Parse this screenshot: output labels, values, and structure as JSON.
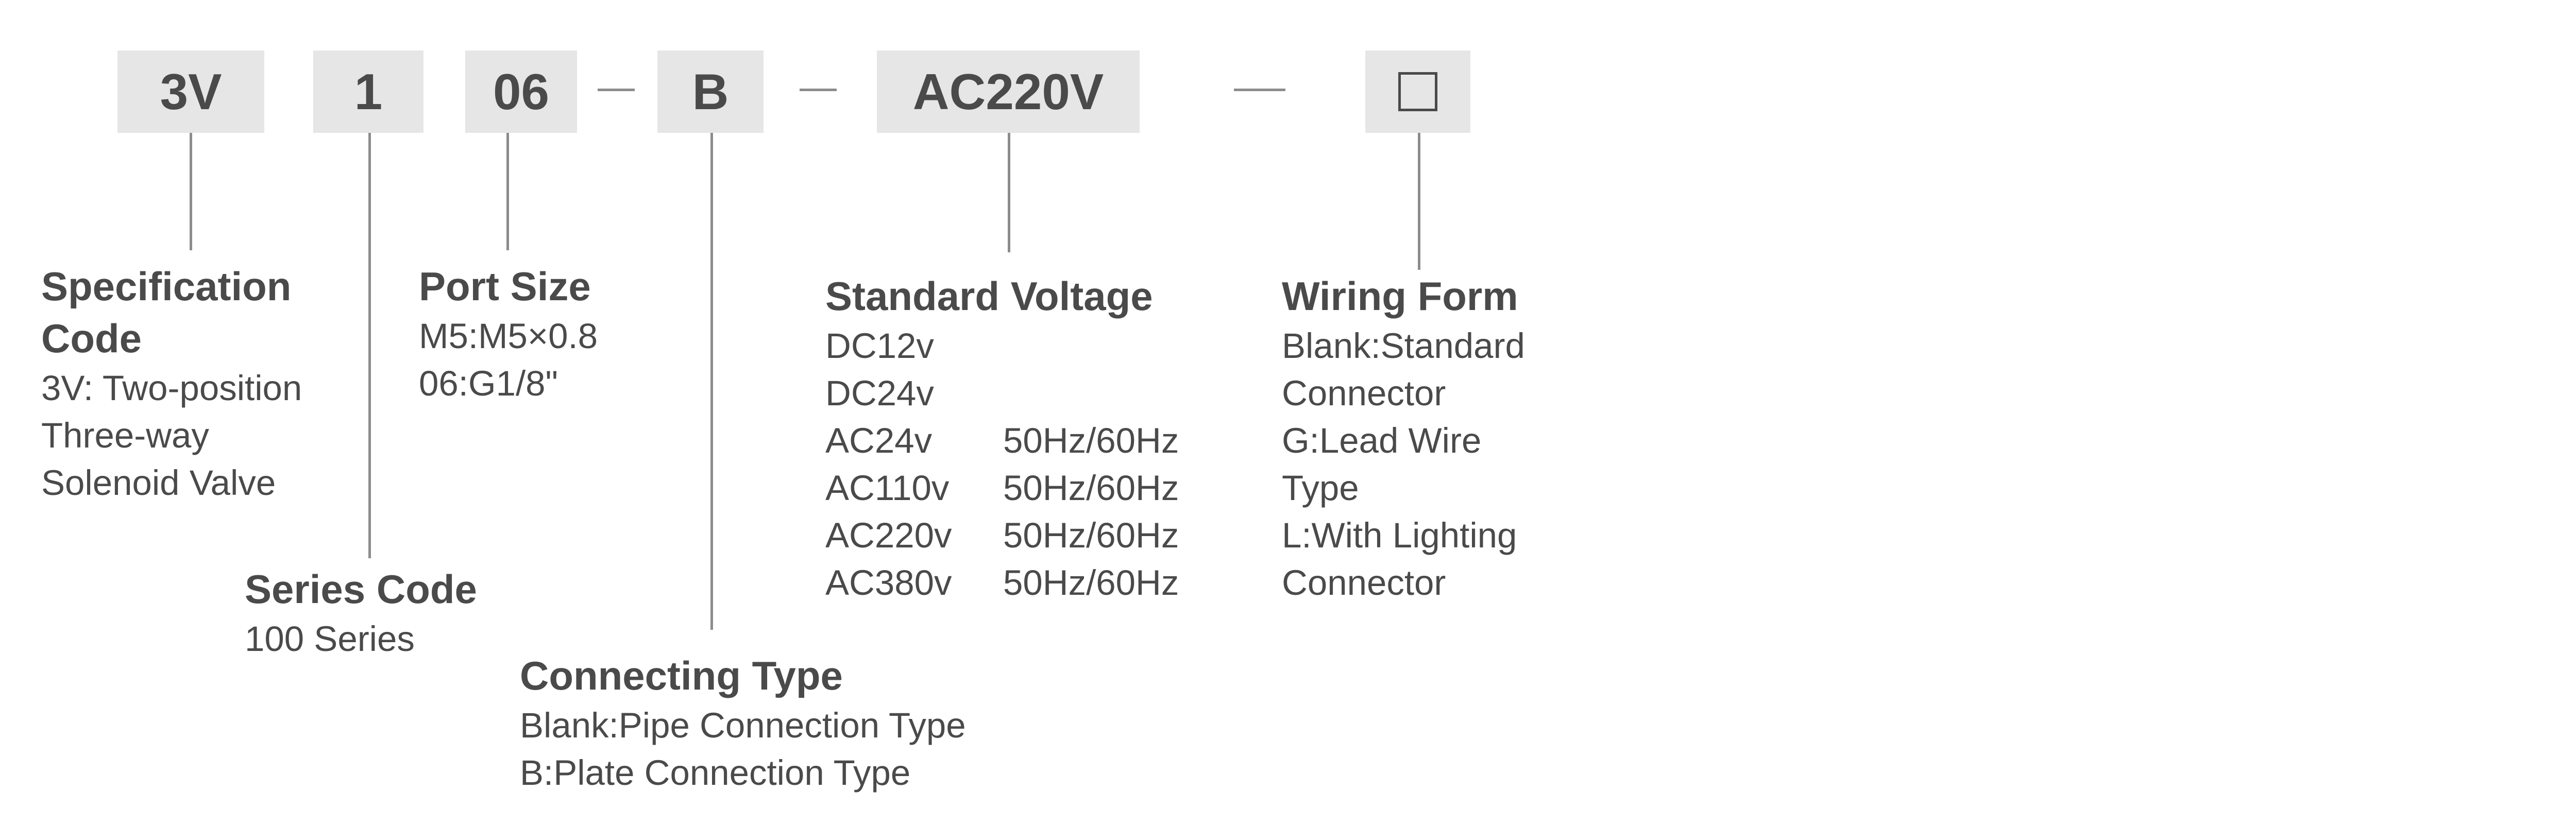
{
  "codes": {
    "spec": "3V",
    "series": "1",
    "port": "06",
    "connecting": "B",
    "voltage": "AC220V"
  },
  "wiring_box_symbol": "square-outline",
  "sections": {
    "spec": {
      "title_line1": "Specification",
      "title_line2": "Code",
      "lines": [
        "3V: Two-position",
        "Three-way",
        "Solenoid Valve"
      ]
    },
    "series": {
      "title": "Series Code",
      "lines": [
        "100 Series"
      ]
    },
    "port": {
      "title": "Port Size",
      "lines": [
        "M5:M5×0.8",
        "06:G1/8\""
      ]
    },
    "connecting": {
      "title": "Connecting Type",
      "lines": [
        "Blank:Pipe Connection Type",
        "B:Plate Connection Type"
      ]
    },
    "voltage": {
      "title": "Standard Voltage",
      "rows": [
        {
          "v": "DC12v",
          "hz": ""
        },
        {
          "v": "DC24v",
          "hz": ""
        },
        {
          "v": "AC24v",
          "hz": "50Hz/60Hz"
        },
        {
          "v": "AC110v",
          "hz": "50Hz/60Hz"
        },
        {
          "v": "AC220v",
          "hz": "50Hz/60Hz"
        },
        {
          "v": "AC380v",
          "hz": "50Hz/60Hz"
        }
      ]
    },
    "wiring": {
      "title": "Wiring Form",
      "lines": [
        "Blank:Standard",
        "Connector",
        "G:Lead Wire",
        "Type",
        "L:With Lighting",
        "Connector"
      ]
    }
  },
  "colors": {
    "box_fill": "#e6e6e6",
    "text": "#4a4a4a",
    "line": "#8c8c8c"
  }
}
